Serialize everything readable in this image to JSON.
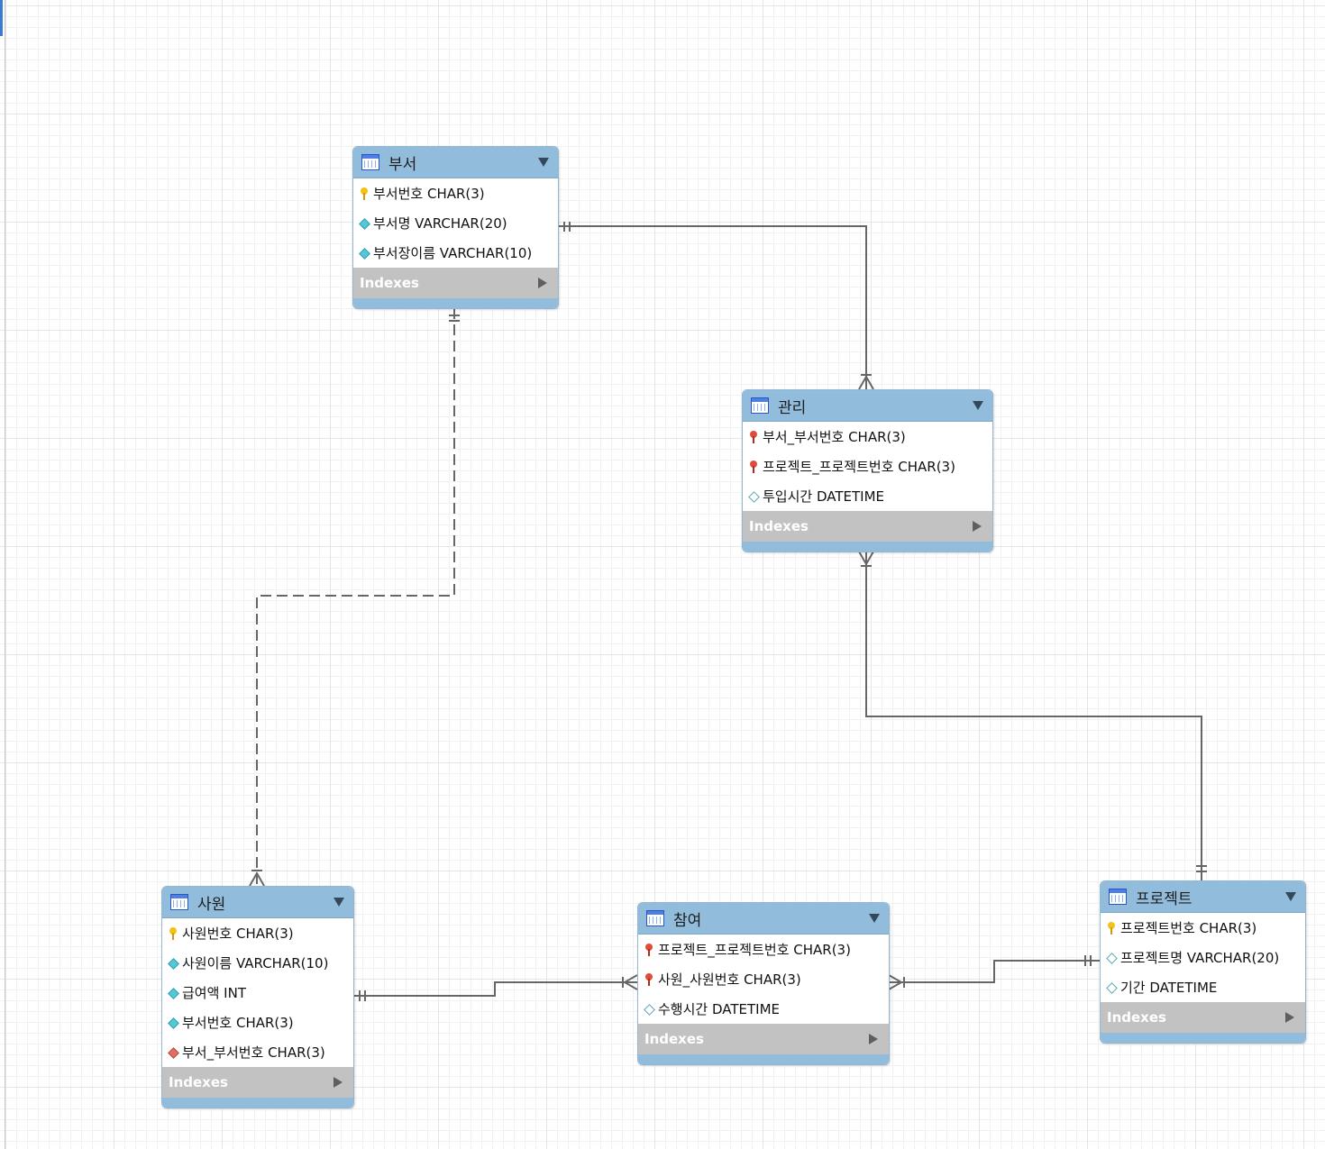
{
  "colors": {
    "header": "#92bcdc",
    "indexes_bar": "#c2c2c2",
    "line": "#666666",
    "grid": "#e6e6e6"
  },
  "tables": {
    "busuh": {
      "name": "부서",
      "columns": [
        {
          "icon": "primary-key-icon",
          "text": "부서번호 CHAR(3)"
        },
        {
          "icon": "not-null-column-icon",
          "text": "부서명 VARCHAR(20)"
        },
        {
          "icon": "not-null-column-icon",
          "text": "부서장이름 VARCHAR(10)"
        }
      ],
      "indexes_label": "Indexes"
    },
    "gwanri": {
      "name": "관리",
      "columns": [
        {
          "icon": "foreign-key-icon",
          "text": "부서_부서번호 CHAR(3)"
        },
        {
          "icon": "foreign-key-icon",
          "text": "프로젝트_프로젝트번호 CHAR(3)"
        },
        {
          "icon": "nullable-column-icon",
          "text": "투입시간 DATETIME"
        }
      ],
      "indexes_label": "Indexes"
    },
    "sawon": {
      "name": "사원",
      "columns": [
        {
          "icon": "primary-key-icon",
          "text": "사원번호 CHAR(3)"
        },
        {
          "icon": "not-null-column-icon",
          "text": "사원이름 VARCHAR(10)"
        },
        {
          "icon": "not-null-column-icon",
          "text": "급여액 INT"
        },
        {
          "icon": "not-null-column-icon",
          "text": "부서번호 CHAR(3)"
        },
        {
          "icon": "foreign-key-column-icon",
          "text": "부서_부서번호 CHAR(3)"
        }
      ],
      "indexes_label": "Indexes"
    },
    "chamyeo": {
      "name": "참여",
      "columns": [
        {
          "icon": "foreign-key-icon",
          "text": "프로젝트_프로젝트번호 CHAR(3)"
        },
        {
          "icon": "foreign-key-icon",
          "text": "사원_사원번호 CHAR(3)"
        },
        {
          "icon": "nullable-column-icon",
          "text": "수행시간 DATETIME"
        }
      ],
      "indexes_label": "Indexes"
    },
    "project": {
      "name": "프로젝트",
      "columns": [
        {
          "icon": "primary-key-icon",
          "text": "프로젝트번호 CHAR(3)"
        },
        {
          "icon": "nullable-column-icon",
          "text": "프로젝트명 VARCHAR(20)"
        },
        {
          "icon": "nullable-column-icon",
          "text": "기간 DATETIME"
        }
      ],
      "indexes_label": "Indexes"
    }
  }
}
